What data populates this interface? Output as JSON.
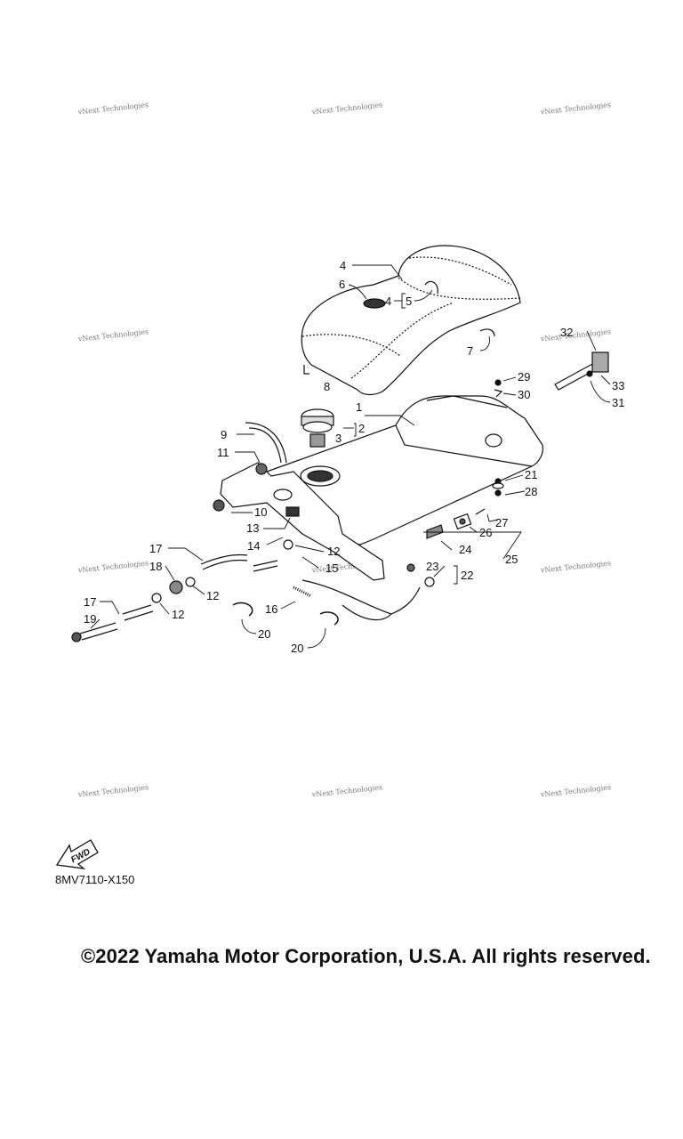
{
  "watermark": "vNext Technologies",
  "diagram": {
    "callouts": [
      "1",
      "2",
      "3",
      "4",
      "4",
      "5",
      "6",
      "7",
      "8",
      "9",
      "10",
      "11",
      "12",
      "12",
      "12",
      "12",
      "13",
      "14",
      "15",
      "16",
      "17",
      "17",
      "18",
      "19",
      "20",
      "20",
      "21",
      "22",
      "23",
      "24",
      "25",
      "26",
      "27",
      "28",
      "29",
      "30",
      "31",
      "32",
      "33"
    ]
  },
  "fwd_label": "FWD",
  "part_code": "8MV7110-X150",
  "copyright": "©2022 Yamaha Motor Corporation, U.S.A. All rights reserved."
}
